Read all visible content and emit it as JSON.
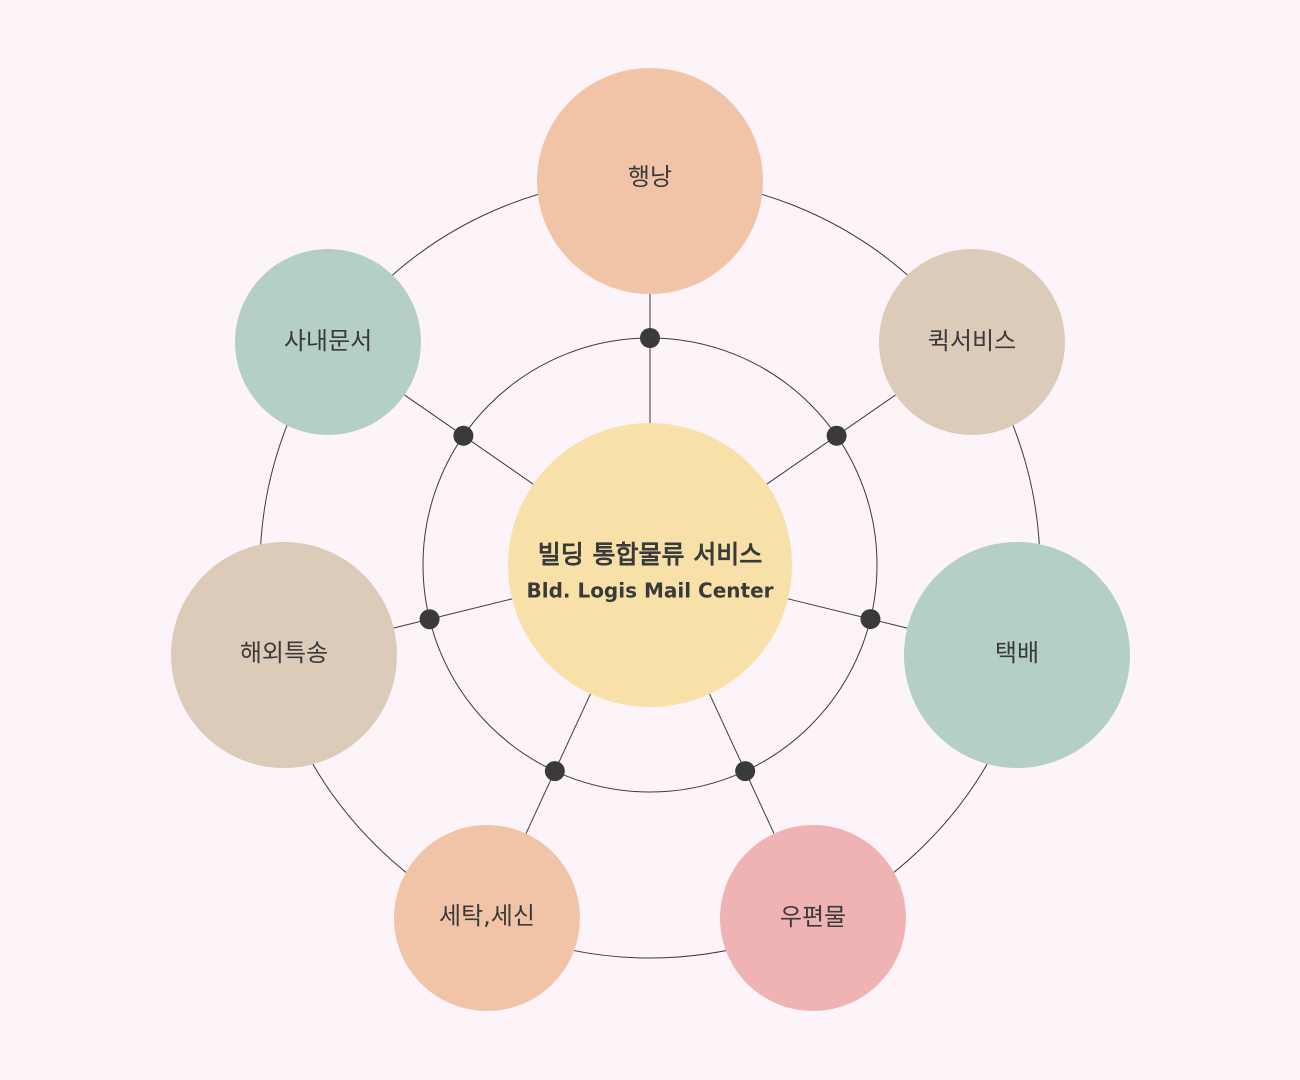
{
  "diagram": {
    "center": {
      "title": "빌딩 통합물류 서비스",
      "subtitle": "Bld. Logis Mail Center",
      "color": "#f8e1a8"
    },
    "nodes": [
      {
        "id": "haengnang",
        "label": "행낭",
        "color": "#f1c4a8"
      },
      {
        "id": "quick",
        "label": "퀵서비스",
        "color": "#ddcbb9"
      },
      {
        "id": "taekbae",
        "label": "택배",
        "color": "#b4cfc4"
      },
      {
        "id": "postal",
        "label": "우편물",
        "color": "#f0b3b4"
      },
      {
        "id": "laundry",
        "label": "세탁,세신",
        "color": "#f1c4a8"
      },
      {
        "id": "overseas",
        "label": "해외특송",
        "color": "#ddcbb9"
      },
      {
        "id": "internal-docs",
        "label": "사내문서",
        "color": "#b4cfc4"
      }
    ],
    "colors": {
      "background": "#fdf4f9",
      "line": "#3a3a3a",
      "dot": "#3a3a3a",
      "text": "#3a3a3a"
    }
  }
}
